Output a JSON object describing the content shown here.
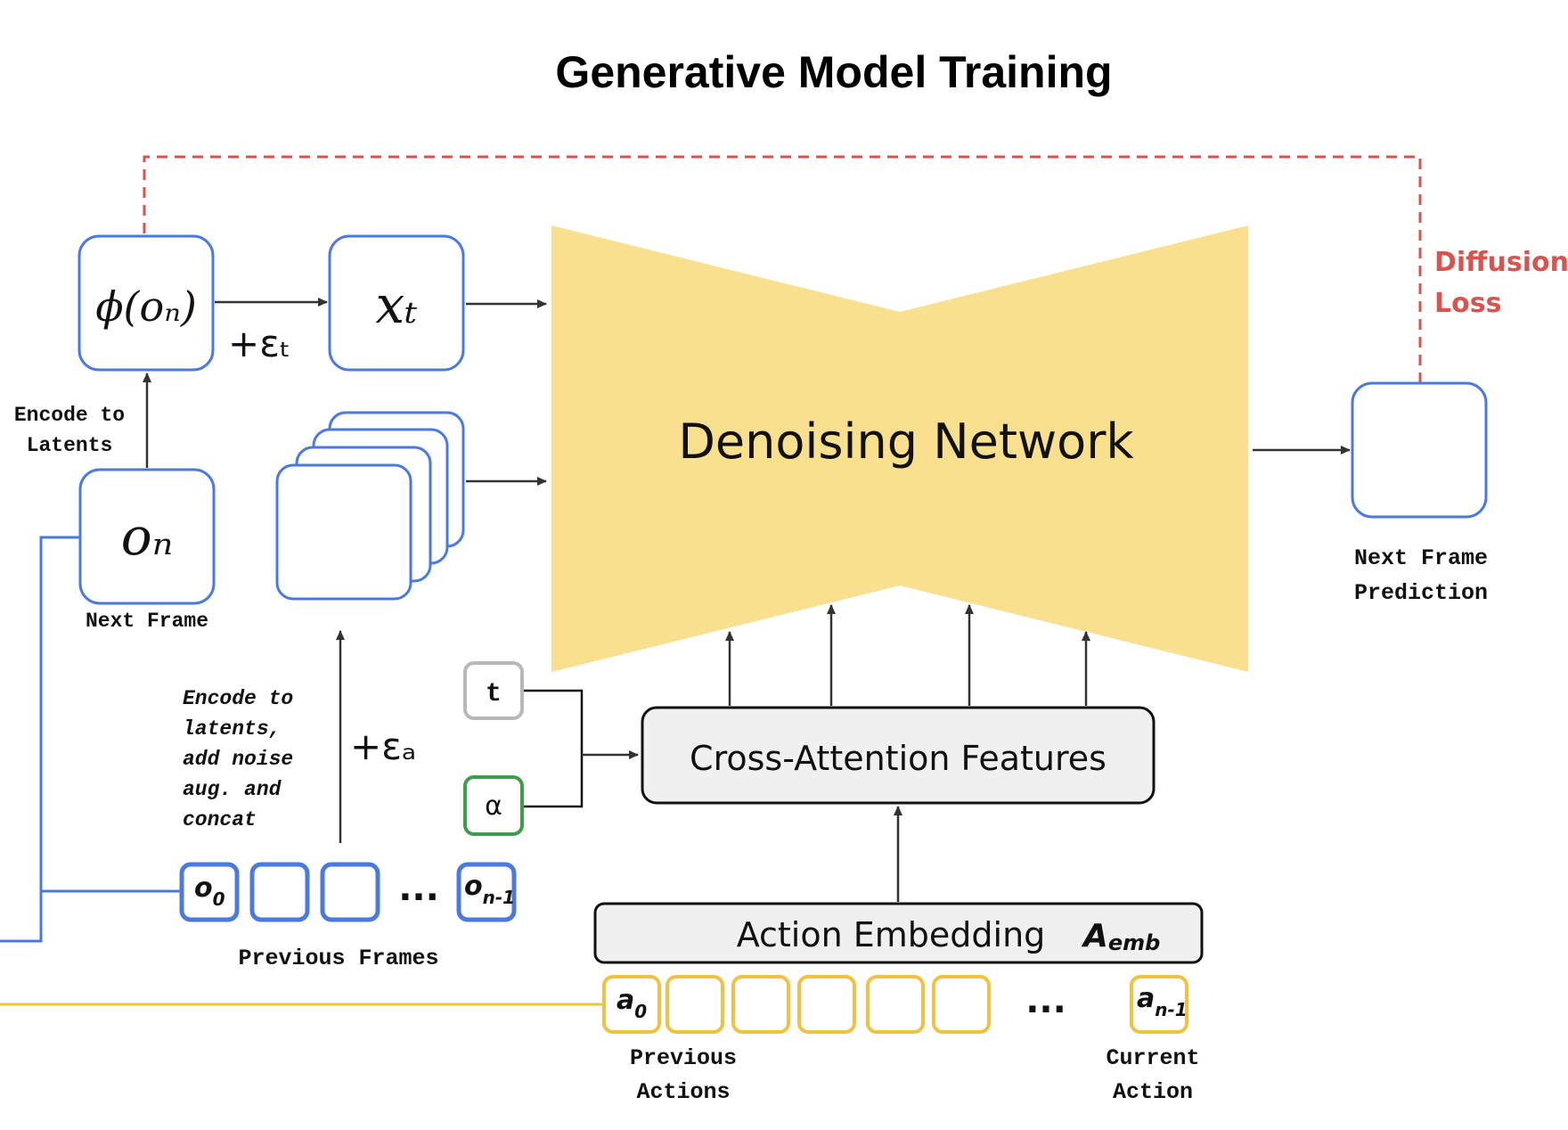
{
  "title": "Generative Model Training",
  "blocks": {
    "latent": "ϕ(oₙ)",
    "xt": "xₜ",
    "noise_t": "+εₜ",
    "next_frame_obs": "oₙ",
    "denoising": "Denoising Network",
    "cross_attention": "Cross-Attention Features",
    "action_embedding": "Action Embedding",
    "action_embedding_symbol": "A",
    "action_embedding_sub": "emb",
    "t_token": "t",
    "alpha_token": "α",
    "noise_alpha": "+εₐ"
  },
  "labels": {
    "encode_to_latents": [
      "Encode to",
      "Latents"
    ],
    "next_frame": "Next Frame",
    "encode_noise_concat": [
      "Encode to",
      "latents,",
      "add noise",
      "aug. and",
      "concat"
    ],
    "previous_frames": "Previous Frames",
    "previous_actions": [
      "Previous",
      "Actions"
    ],
    "current_action": [
      "Current",
      "Action"
    ],
    "next_frame_prediction": [
      "Next Frame",
      "Prediction"
    ],
    "diffusion_loss": [
      "Diffusion",
      "Loss"
    ],
    "ellipsis": "..."
  },
  "frames": {
    "first": "o",
    "first_sub": "0",
    "last": "o",
    "last_sub": "n-1"
  },
  "actions": {
    "first": "a",
    "first_sub": "0",
    "last": "a",
    "last_sub": "n-1"
  },
  "colors": {
    "frame_border": "#4a7ae0",
    "action_border": "#f0c23f",
    "alpha_border": "#3f9c4e",
    "t_border": "#b8b8b8",
    "network_fill": "#f9e08f",
    "loss_line": "#d9534f",
    "feature_box_fill": "#f0f0f0"
  }
}
